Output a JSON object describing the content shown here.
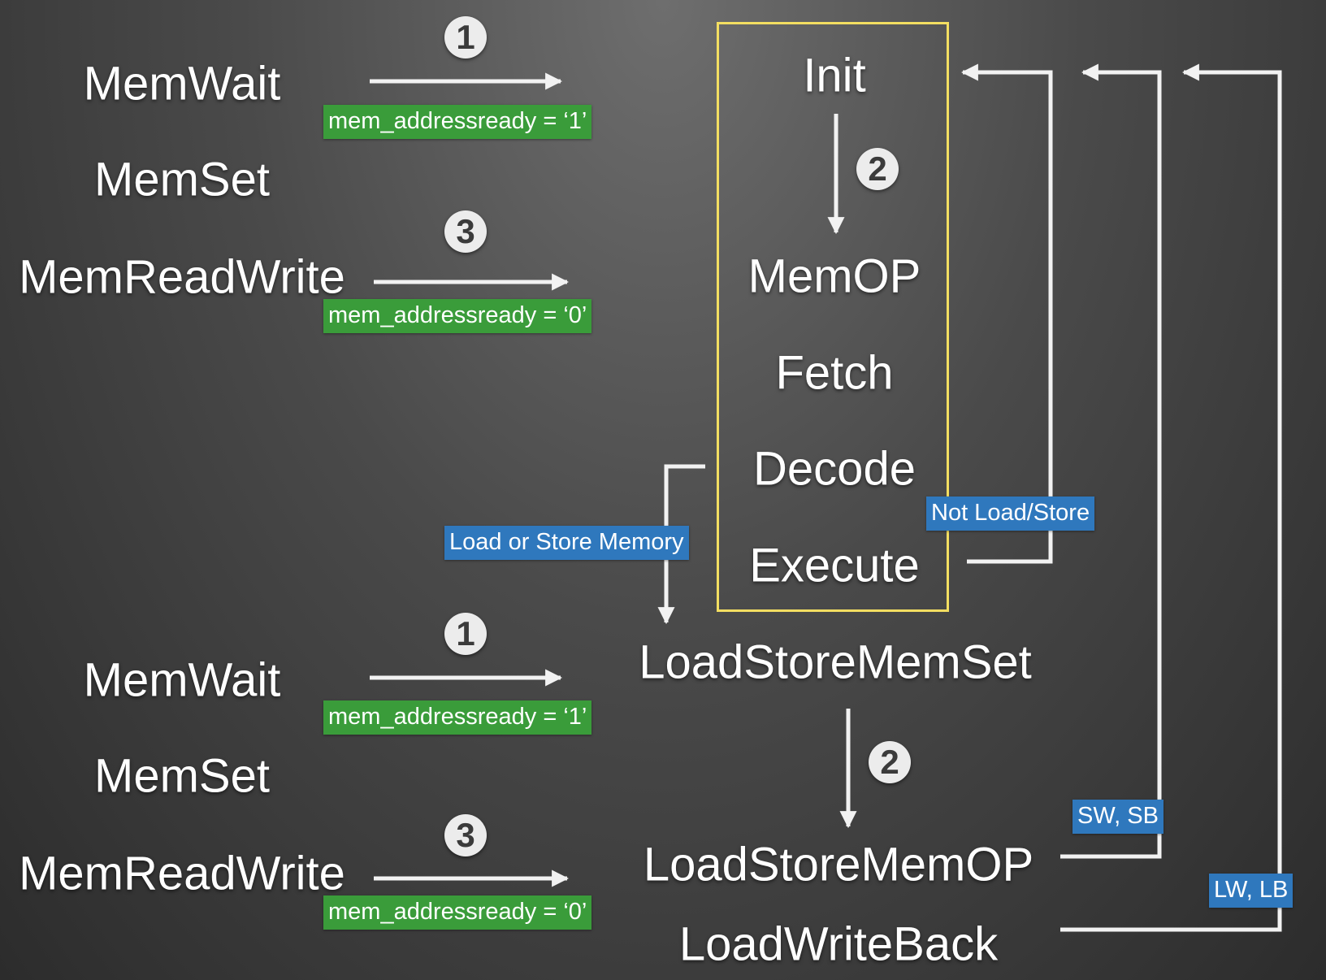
{
  "states": {
    "top_memwait": "MemWait",
    "top_memset": "MemSet",
    "top_memreadwrite": "MemReadWrite",
    "bot_memwait": "MemWait",
    "bot_memset": "MemSet",
    "bot_memreadwrite": "MemReadWrite",
    "init": "Init",
    "memop": "MemOP",
    "fetch": "Fetch",
    "decode": "Decode",
    "execute": "Execute",
    "loadstorememset": "LoadStoreMemSet",
    "loadstorememop": "LoadStoreMemOP",
    "loadwriteback": "LoadWriteBack"
  },
  "conditions": {
    "top_ready1": "mem_addressready = ‘1’",
    "top_ready0": "mem_addressready = ‘0’",
    "bot_ready1": "mem_addressready = ‘1’",
    "bot_ready0": "mem_addressready = ‘0’",
    "load_or_store": "Load or Store Memory",
    "not_load_store": "Not Load/Store",
    "sw_sb": "SW, SB",
    "lw_lb": "LW, LB"
  },
  "steps": {
    "top_1": "1",
    "top_2": "2",
    "top_3": "3",
    "bot_1": "1",
    "bot_2": "2",
    "bot_3": "3"
  },
  "colors": {
    "highlight_box": "#f3de61",
    "green_tag": "#3a9c3a",
    "blue_tag": "#2f78bd",
    "arrow": "#f2f2f2"
  }
}
